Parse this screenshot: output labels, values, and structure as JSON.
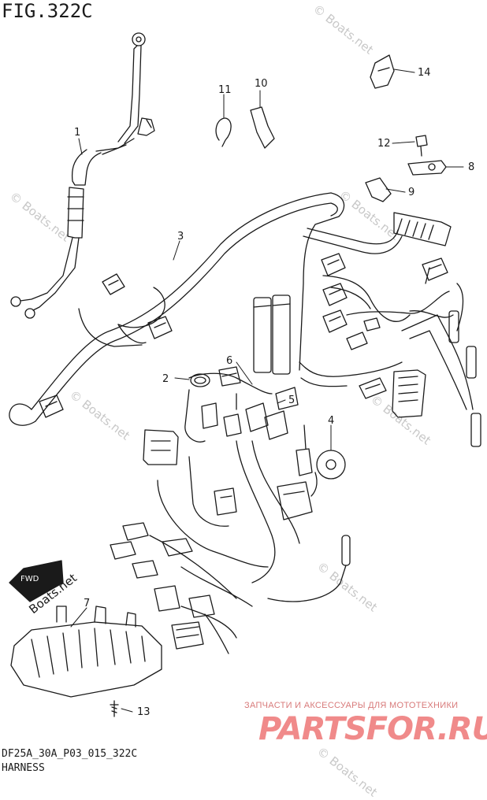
{
  "figure": {
    "title": "FIG.322C",
    "code": "DF25A_30A_P03_015_322C",
    "name": "HARNESS"
  },
  "watermark": "© Boats.net",
  "boats_logo": "Boats.net",
  "fwd_label": "FWD",
  "brand": {
    "tagline": "ЗАПЧАСТИ И АКСЕССУАРЫ ДЛЯ МОТОТЕХНИКИ",
    "logo": "PARTSFOR.RU"
  },
  "callouts": [
    {
      "id": "1",
      "label": "1"
    },
    {
      "id": "2",
      "label": "2"
    },
    {
      "id": "3",
      "label": "3"
    },
    {
      "id": "4",
      "label": "4"
    },
    {
      "id": "5",
      "label": "5"
    },
    {
      "id": "6",
      "label": "6"
    },
    {
      "id": "7",
      "label": "7"
    },
    {
      "id": "8",
      "label": "8"
    },
    {
      "id": "9",
      "label": "9"
    },
    {
      "id": "10",
      "label": "10"
    },
    {
      "id": "11",
      "label": "11"
    },
    {
      "id": "12",
      "label": "12"
    },
    {
      "id": "13",
      "label": "13"
    },
    {
      "id": "14",
      "label": "14"
    }
  ]
}
